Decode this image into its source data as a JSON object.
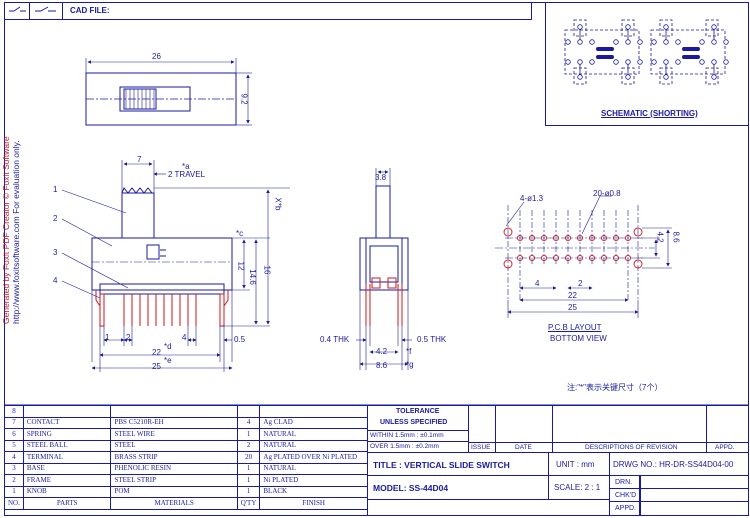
{
  "header": {
    "cad_file_label": "CAD FILE:"
  },
  "watermark": {
    "line1": "Generated by Foxit PDF Creator © Foxit Software",
    "line2": "http://www.foxitsoftware.com   For evaluation only."
  },
  "schematic": {
    "title": "SCHEMATIC (SHORTING)"
  },
  "top_view": {
    "dim_length": "26",
    "dim_height": "9.2"
  },
  "front_view": {
    "dim_travel_gap": "7",
    "dim_travel_text": "2  TRAVEL",
    "mark_a": "*a",
    "mark_b": "X*b",
    "mark_c": "*c",
    "mark_d": "*d",
    "mark_e": "*e",
    "dim_12": "12",
    "dim_14_6": "14.6",
    "dim_16": "16",
    "dim_1": "1",
    "dim_2": "2",
    "dim_4": "4",
    "dim_0_5": "0.5",
    "dim_22": "22",
    "dim_25": "25",
    "callouts": [
      "1",
      "2",
      "3",
      "4"
    ]
  },
  "side_view": {
    "dim_top": "3.8",
    "thk_left": "0.4  THK",
    "thk_right": "0.5  THK",
    "dim_4_2": "4.2",
    "dim_8_6": "8.6",
    "mark_f": "*f",
    "mark_g": "*g"
  },
  "pcb": {
    "hole_big": "4-ø1.3",
    "hole_small": "20-ø0.8",
    "dim_4_2": "4.2",
    "dim_8_6": "8.6",
    "dim_4": "4",
    "dim_2": "2",
    "dim_22": "22",
    "dim_25": "25",
    "title": "P.C.B  LAYOUT",
    "subtitle": "BOTTOM  VIEW"
  },
  "note": "注:\"*\"表示关键尺寸（7个）",
  "bom": {
    "rows": [
      {
        "no": "8",
        "name": "",
        "material": "",
        "qty": "",
        "finish": ""
      },
      {
        "no": "7",
        "name": "CONTACT",
        "material": "PBS C5210R-EH",
        "qty": "4",
        "finish": "Ag CLAD"
      },
      {
        "no": "6",
        "name": "SPRING",
        "material": "STEEL WIRE",
        "qty": "1",
        "finish": "NATURAL"
      },
      {
        "no": "5",
        "name": "STEEL BALL",
        "material": "STEEL",
        "qty": "2",
        "finish": "NATURAL"
      },
      {
        "no": "4",
        "name": "TERMINAL",
        "material": "BRASS STRIP",
        "qty": "20",
        "finish": "Ag PLATED OVER Ni PLATED"
      },
      {
        "no": "3",
        "name": "BASE",
        "material": "PHENOLIC RESIN",
        "qty": "1",
        "finish": "NATURAL"
      },
      {
        "no": "2",
        "name": "FRAME",
        "material": "STEEL STRIP",
        "qty": "1",
        "finish": "Ni PLATED"
      },
      {
        "no": "1",
        "name": "KNOB",
        "material": "POM",
        "qty": "1",
        "finish": "BLACK"
      }
    ],
    "headers": {
      "no": "NO.",
      "name": "PARTS",
      "material": "MATERIALS",
      "qty": "Q'TY",
      "finish": "FINISH"
    }
  },
  "tolerance": {
    "title": "TOLERANCE",
    "subtitle": "UNLESS  SPECIFIED",
    "within": "WITHIN  1.5mm  : ±0.1mm",
    "over": "OVER  1.5mm  : ±0.2mm"
  },
  "revision": {
    "issue": "ISSUE",
    "date": "DATE",
    "descriptions": "DESCRIPTIONS  OF  REVISION",
    "appd": "APPD."
  },
  "title_block": {
    "title": "TITLE :  VERTICAL  SLIDE  SWITCH",
    "model": "MODEL:  SS-44D04",
    "unit": "UNIT :   mm",
    "scale": "SCALE:  2 : 1",
    "drwg": "DRWG NO.:  HR-DR-SS44D04-00",
    "drn": "DRN.",
    "chkd": "CHK'D",
    "appd": "APPD."
  },
  "colors": {
    "ink": "#1a1aa0",
    "red": "#cc1a1a",
    "watermark": "#cc1a1a"
  }
}
